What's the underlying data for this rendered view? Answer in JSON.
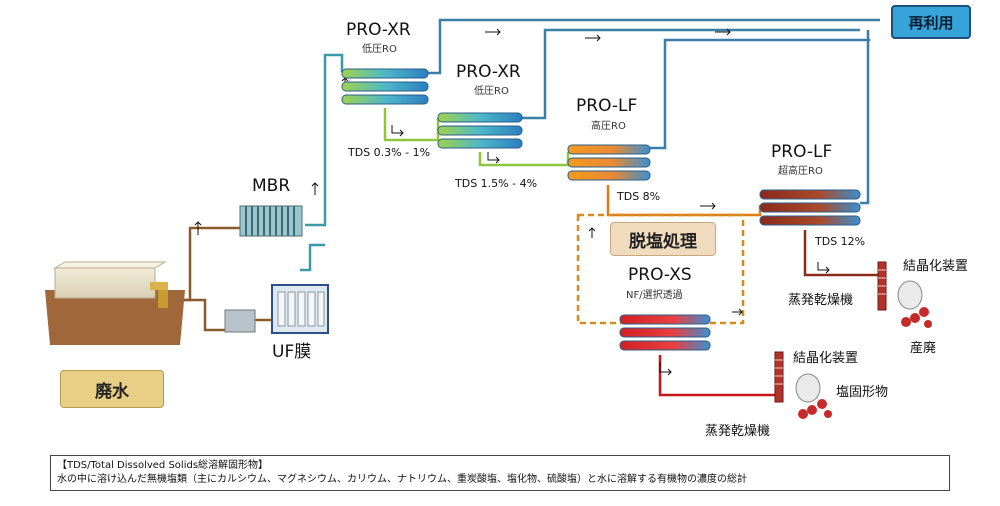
{
  "labels": {
    "mbr": "MBR",
    "uf": "UF膜",
    "pro_xr1": "PRO-XR",
    "pro_xr1_sub": "低圧RO",
    "pro_xr2": "PRO-XR",
    "pro_xr2_sub": "低圧RO",
    "pro_lf1": "PRO-LF",
    "pro_lf1_sub": "高圧RO",
    "pro_lf2": "PRO-LF",
    "pro_lf2_sub": "超高圧RO",
    "pro_xs": "PRO-XS",
    "pro_xs_sub": "NF/選択透過",
    "tds1": "TDS 0.3% - 1%",
    "tds2": "TDS 1.5% - 4%",
    "tds3": "TDS 8%",
    "tds4": "TDS 12%",
    "evap1": "蒸発乾燥機",
    "cryst1": "結晶化装置",
    "industrial_waste": "産廃",
    "evap2": "蒸発乾燥機",
    "cryst2": "結晶化装置",
    "salt_solid": "塩固形物"
  },
  "boxes": {
    "waste_water": "廃水",
    "desalination": "脱塩処理",
    "reuse": "再利用"
  },
  "note": {
    "title": "【TDS/Total Dissolved Solids総溶解固形物】",
    "body": "水の中に溶け込んだ無機塩類（主にカルシウム、マグネシウム、カリウム、ナトリウム、重炭酸塩、塩化物、硫酸塩）と水に溶解する有機物の濃度の総計"
  },
  "colors": {
    "reuse_line": "#3a7fa8",
    "feed_line": "#3a9aa8",
    "brine_low": "#8cc63f",
    "brine_mid": "#e07b1a",
    "brine_high": "#8b2a1a",
    "xs_line": "#c4161c",
    "dashed_loop": "#d98a1a",
    "waste_line": "#8a5a2a"
  }
}
